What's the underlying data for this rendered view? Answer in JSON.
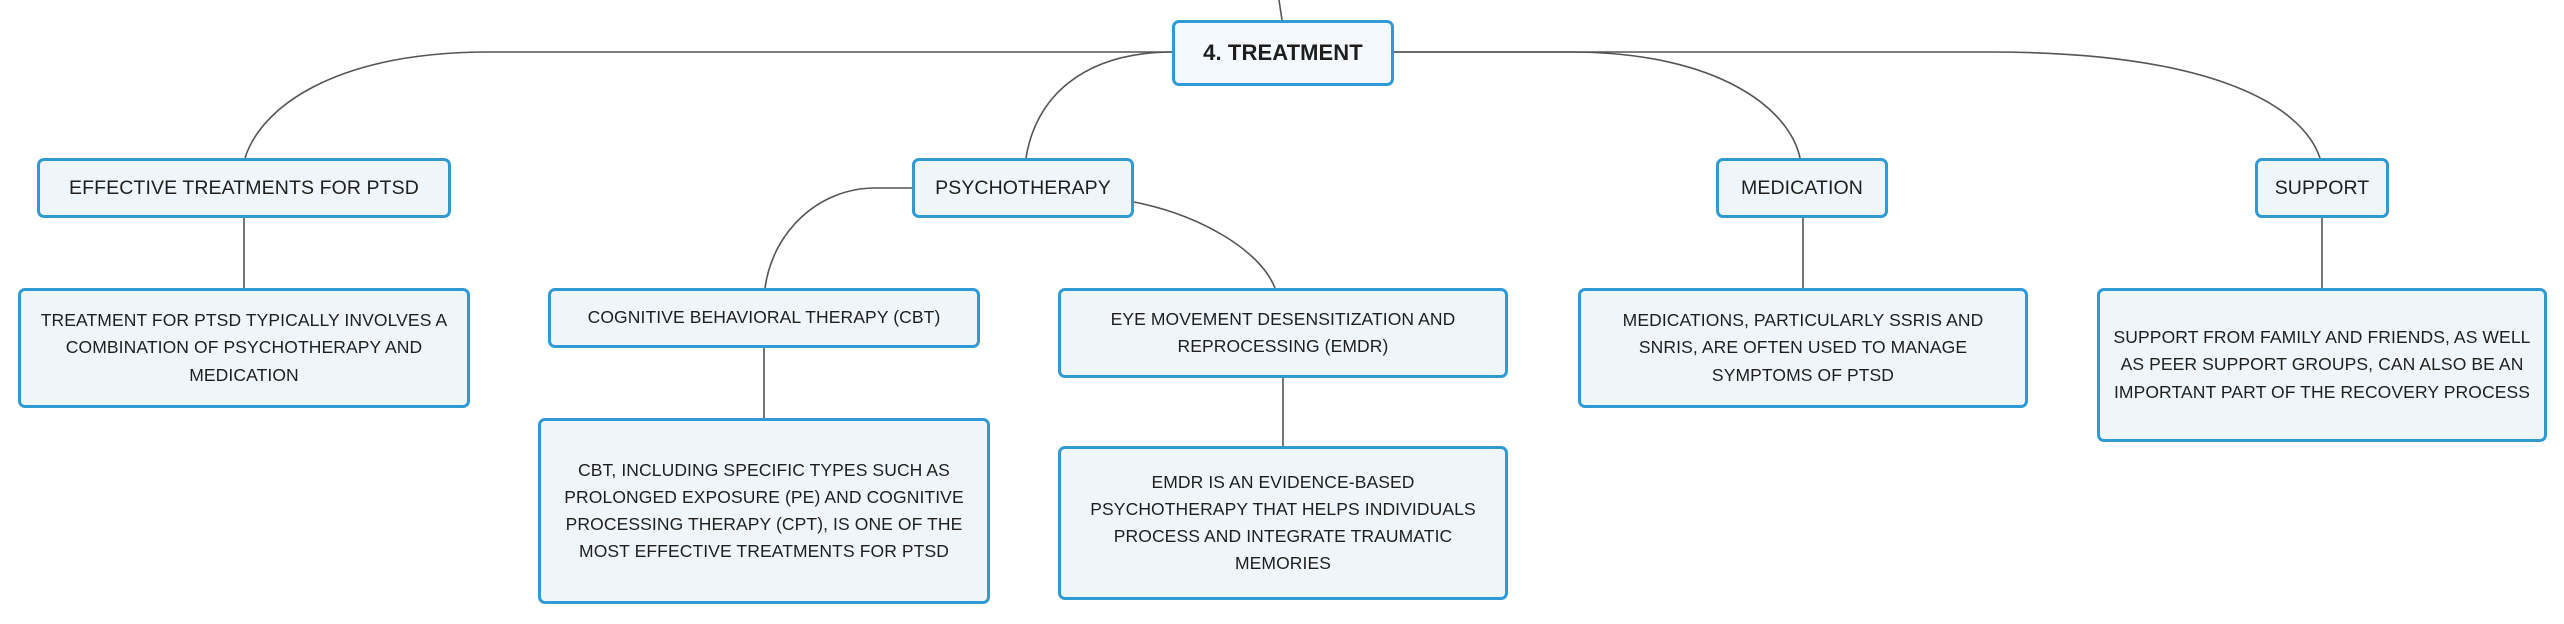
{
  "root": {
    "label": "4. TREATMENT"
  },
  "branches": [
    {
      "label": "EFFECTIVE TREATMENTS FOR PTSD",
      "details": [
        {
          "text": "TREATMENT FOR PTSD TYPICALLY INVOLVES A COMBINATION OF PSYCHOTHERAPY AND MEDICATION"
        }
      ]
    },
    {
      "label": "PSYCHOTHERAPY",
      "subtopics": [
        {
          "label": "COGNITIVE BEHAVIORAL THERAPY (CBT)",
          "detail": "CBT, INCLUDING SPECIFIC TYPES SUCH AS PROLONGED EXPOSURE (PE) AND COGNITIVE PROCESSING THERAPY (CPT), IS ONE OF THE MOST EFFECTIVE TREATMENTS FOR PTSD"
        },
        {
          "label": "EYE MOVEMENT DESENSITIZATION AND REPROCESSING (EMDR)",
          "detail": "EMDR IS AN EVIDENCE-BASED PSYCHOTHERAPY THAT HELPS INDIVIDUALS PROCESS AND INTEGRATE TRAUMATIC MEMORIES"
        }
      ]
    },
    {
      "label": "MEDICATION",
      "details": [
        {
          "text": "MEDICATIONS, PARTICULARLY SSRIS AND SNRIS, ARE OFTEN USED TO MANAGE SYMPTOMS OF PTSD"
        }
      ]
    },
    {
      "label": "SUPPORT",
      "details": [
        {
          "text": "SUPPORT FROM FAMILY AND FRIENDS, AS WELL AS PEER SUPPORT GROUPS, CAN ALSO BE AN IMPORTANT PART OF THE RECOVERY PROCESS"
        }
      ]
    }
  ],
  "colors": {
    "node_border": "#2f9ad3",
    "node_fill": "#eef6fb",
    "connector": "#555555",
    "text": "#1e1e1e"
  }
}
